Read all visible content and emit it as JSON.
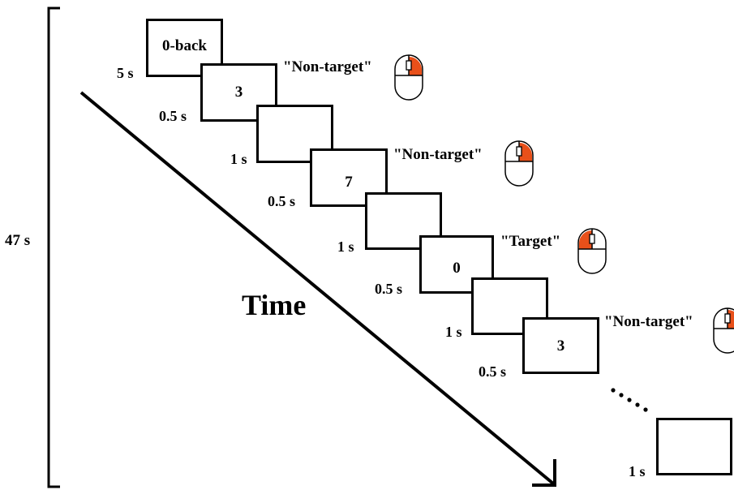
{
  "total_duration": "47 s",
  "axis_label": "Time",
  "frames": [
    {
      "id": "instruction",
      "text": "0-back",
      "duration": "5 s"
    },
    {
      "id": "stim-1",
      "text": "3",
      "duration": "0.5 s"
    },
    {
      "id": "blank-1",
      "text": "",
      "duration": "1 s"
    },
    {
      "id": "stim-2",
      "text": "7",
      "duration": "0.5 s"
    },
    {
      "id": "blank-2",
      "text": "",
      "duration": "1 s"
    },
    {
      "id": "stim-3",
      "text": "0",
      "duration": "0.5 s"
    },
    {
      "id": "blank-3",
      "text": "",
      "duration": "1 s"
    },
    {
      "id": "stim-4",
      "text": "3",
      "duration": "0.5 s"
    },
    {
      "id": "blank-final",
      "text": "",
      "duration": "1 s"
    }
  ],
  "responses": [
    {
      "text": "\"Non-target\"",
      "icon": "mouse-right-click-icon"
    },
    {
      "text": "\"Non-target\"",
      "icon": "mouse-right-click-icon"
    },
    {
      "text": "\"Target\"",
      "icon": "mouse-left-click-icon"
    },
    {
      "text": "\"Non-target\"",
      "icon": "mouse-right-click-icon"
    }
  ],
  "continuation_marker": "ellipsis-dots",
  "colors": {
    "ink": "#000000",
    "mouse_button": "#e8501a",
    "background": "#ffffff"
  }
}
